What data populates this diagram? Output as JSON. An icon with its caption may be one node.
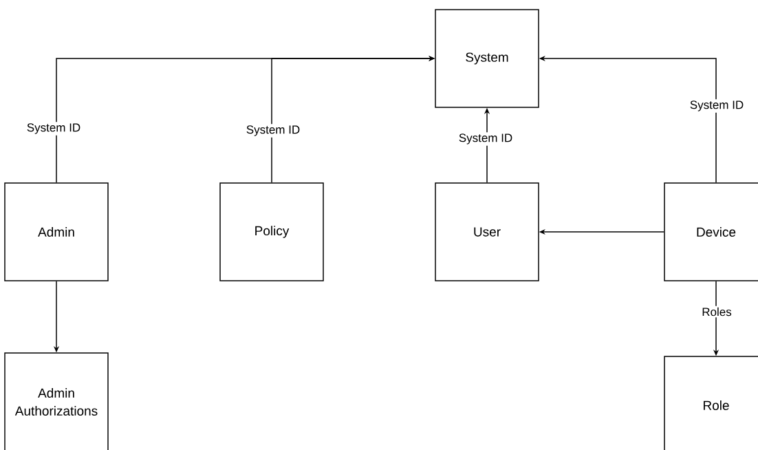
{
  "diagram": {
    "nodes": [
      {
        "text": [
          "System"
        ]
      },
      {
        "text": [
          "Admin"
        ]
      },
      {
        "text": [
          "Policy"
        ]
      },
      {
        "text": [
          "User"
        ]
      },
      {
        "text": [
          "Device"
        ]
      },
      {
        "text": [
          "Admin Authorizations"
        ]
      },
      {
        "text": [
          "Role"
        ]
      }
    ],
    "edges": [
      {
        "from": 1,
        "to": 0,
        "arrow": "to",
        "label": "System ID"
      },
      {
        "from": 2,
        "to": 0,
        "arrow": "to",
        "label": "System ID"
      },
      {
        "from": 3,
        "to": 0,
        "arrow": "to",
        "label": "System ID"
      },
      {
        "from": 4,
        "to": 0,
        "arrow": "to",
        "label": "System ID"
      },
      {
        "from": 4,
        "to": 3,
        "arrow": "to"
      },
      {
        "from": 1,
        "to": 5,
        "arrow": "to"
      },
      {
        "from": 4,
        "to": 6,
        "arrow": "to",
        "label": "Roles"
      }
    ]
  }
}
